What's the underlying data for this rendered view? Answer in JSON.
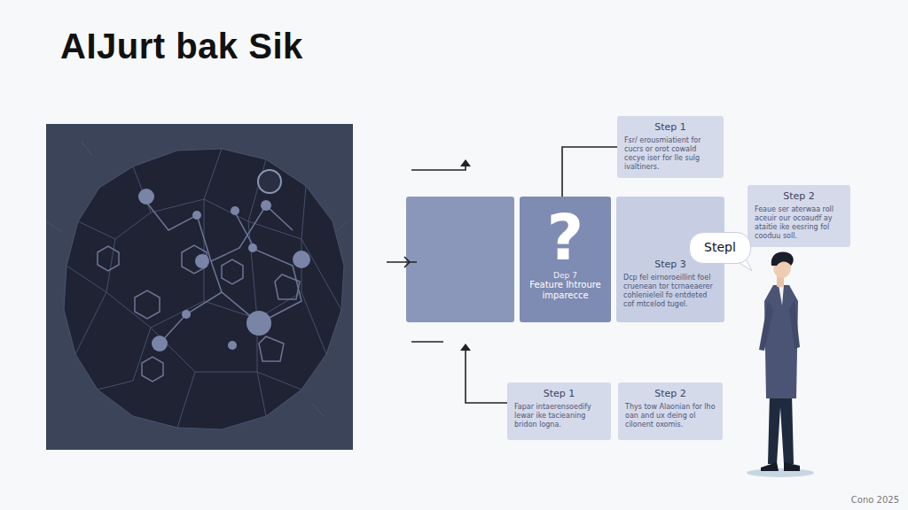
{
  "diagram": {
    "title": "AIJurt bak Sik",
    "nodes": [
      {
        "text": [
          "Step 1",
          "Fsr/ erousmiatient for cucrs or orot cowald cecye iser for lle sulg ivaltiners."
        ]
      },
      {
        "text": [
          "Step 2",
          "Feaue ser aterwaa roll aceuir our ocoaudf ay ataitie ike eesring fol cooduu soll."
        ]
      },
      {
        "text": [
          "?",
          "Dep 7",
          "Feature Ihtroure imparecce"
        ]
      },
      {
        "text": [
          "Step 3",
          "Dcp fel eirnoroeillint foel cruenean tor tcrnaeaerer cohlenieleil fo entdeted cof mtcelod tugel."
        ]
      },
      {
        "text": [
          "Stepl"
        ]
      },
      {
        "text": [
          "Step 1",
          "Fapar intaerensoedify lewar ike tacieaning bridon logna."
        ]
      },
      {
        "text": [
          "Step 2",
          "Thys tow Alaonian for lho oan and ux deing ol cilonent oxomis."
        ]
      }
    ],
    "edges": [
      {
        "from": 0,
        "to": 2,
        "arrow": "none"
      }
    ],
    "labels": [
      "Cono 2025"
    ]
  }
}
